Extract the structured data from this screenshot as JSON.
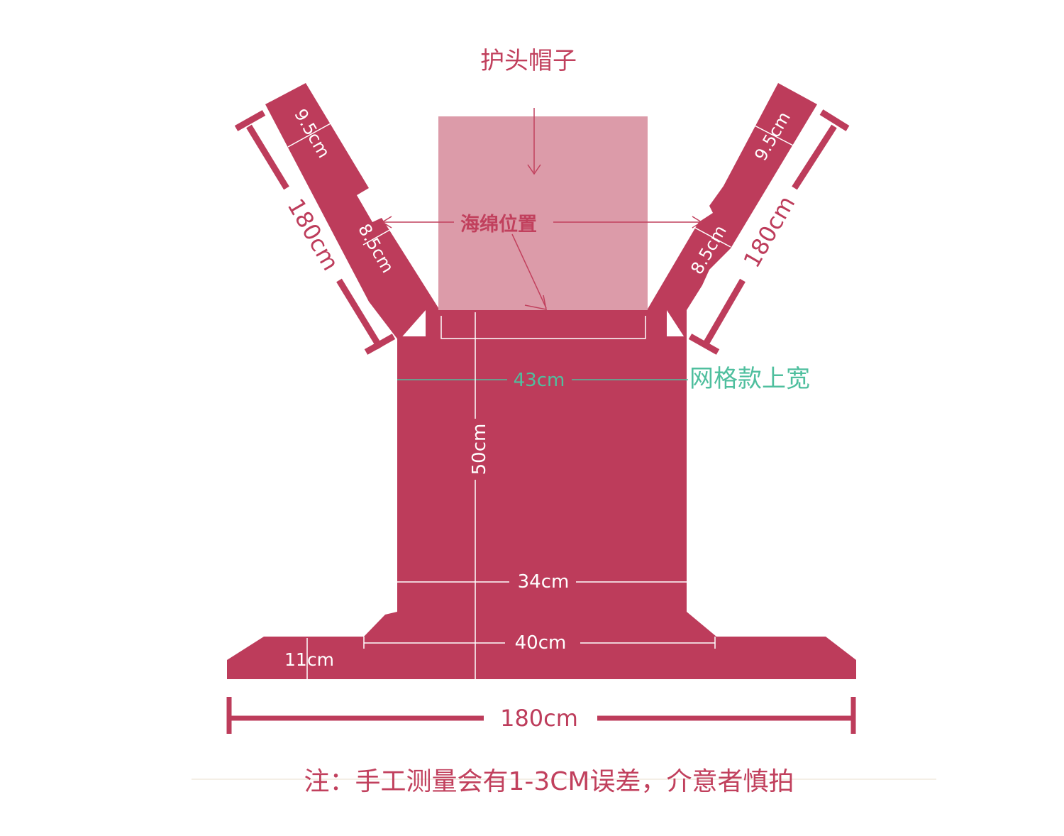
{
  "labels": {
    "hood": "护头帽子",
    "sponge": "海绵位置",
    "strap_width_top": "9.5cm",
    "strap_width_bottom": "8.5cm",
    "strap_length": "180cm",
    "top_width": "43cm",
    "mesh_top_width": "网格款上宽",
    "body_height": "50cm",
    "waist_width": "34cm",
    "base_width": "40cm",
    "belt_height": "11cm",
    "belt_length": "180cm",
    "note": "注：手工测量会有1-3CM误差，介意者慎拍"
  },
  "colors": {
    "body": "#bd3c5b",
    "hood": "#dc9ba9",
    "hood_text": "#c1405d",
    "mesh_label": "#4fbf9e",
    "note": "#c1405d",
    "line_white": "#ffffff"
  }
}
